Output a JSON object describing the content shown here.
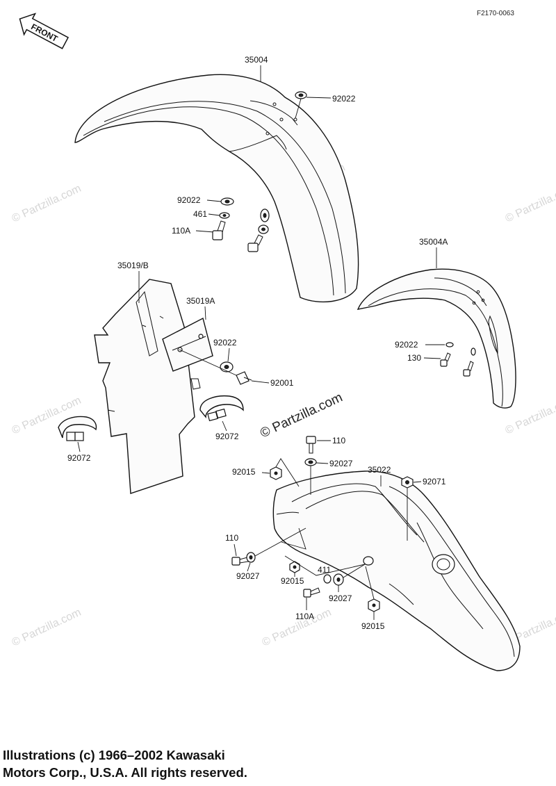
{
  "diagram": {
    "figure_code": "F2170-0063",
    "front_tag": "FRONT",
    "parts": {
      "p35004": "35004",
      "p92022_a": "92022",
      "p92022_b": "92022",
      "p461": "461",
      "p110A_a": "110A",
      "p35019B": "35019/B",
      "p35019A": "35019A",
      "p92022_c": "92022",
      "p92001": "92001",
      "p92072_a": "92072",
      "p92072_b": "92072",
      "p35004A": "35004A",
      "p92022_d": "92022",
      "p130": "130",
      "p110_a": "110",
      "p92027_a": "92027",
      "p92015_a": "92015",
      "p35022": "35022",
      "p92071": "92071",
      "p110_b": "110",
      "p92027_b": "92027",
      "p92015_b": "92015",
      "p411": "411",
      "p92027_c": "92027",
      "p110A_b": "110A",
      "p92015_c": "92015"
    },
    "watermark": "© Partzilla.com"
  },
  "footer": {
    "line1": "Illustrations (c) 1966–2002 Kawasaki",
    "line2": "Motors Corp., U.S.A.  All rights reserved."
  }
}
